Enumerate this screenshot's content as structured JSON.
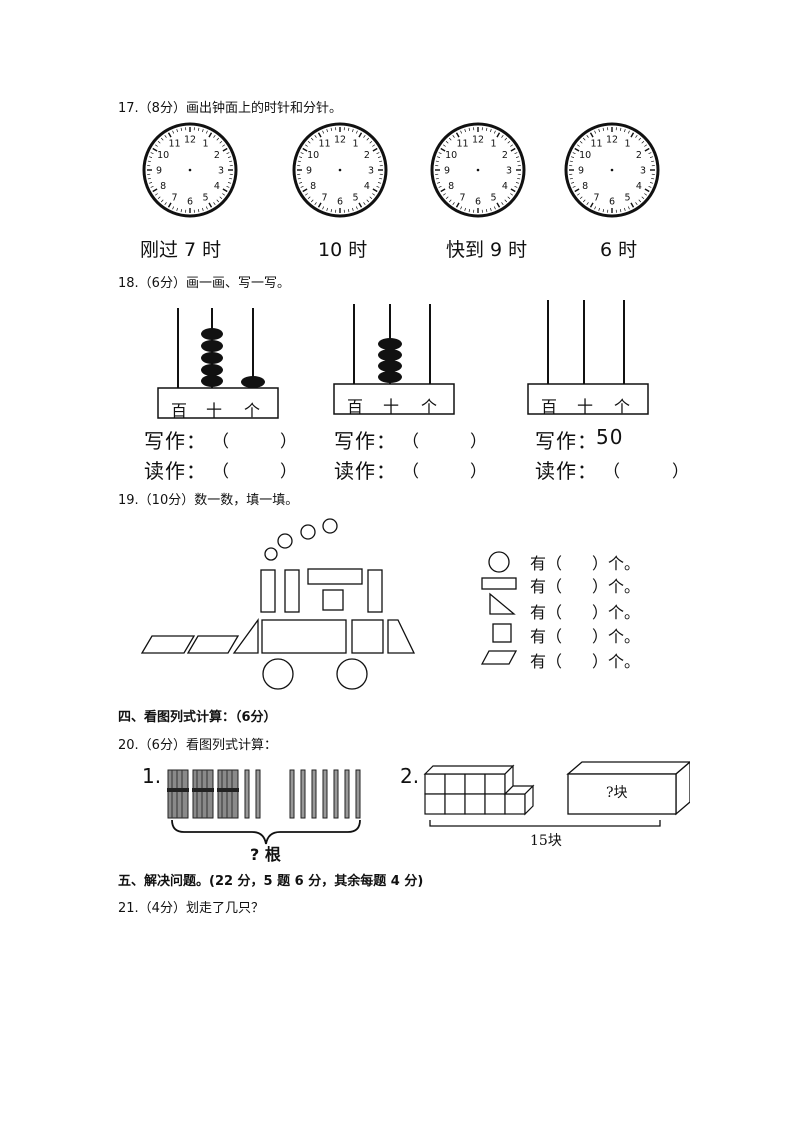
{
  "q17": {
    "title": "17.（8分）画出钟面上的时针和分针。",
    "clock_numbers": [
      "12",
      "1",
      "2",
      "3",
      "4",
      "5",
      "6",
      "7",
      "8",
      "9",
      "10",
      "11"
    ],
    "captions": [
      "刚过 7 时",
      "10 时",
      "快到 9 时",
      "6 时"
    ]
  },
  "q18": {
    "title": "18.（6分）画一画、写一写。",
    "abacus_labels": [
      "百",
      "十",
      "个"
    ],
    "abacus_beads": [
      {
        "hundreds": 0,
        "tens": 5,
        "ones": 1
      },
      {
        "hundreds": 0,
        "tens": 4,
        "ones": 0
      },
      {
        "hundreds": 0,
        "tens": 0,
        "ones": 0
      }
    ],
    "write_label": "写作：",
    "read_label": "读作：",
    "open_paren": "（",
    "close_paren": "）",
    "given_written": "50"
  },
  "q19": {
    "title": "19.（10分）数一数，填一填。",
    "count_row_prefix": "有（",
    "count_row_suffix": "）个。"
  },
  "section4": {
    "heading": "四、看图列式计算：（6分）"
  },
  "q20": {
    "title": "20.（6分）看图列式计算：",
    "part1_label": "1.",
    "part1_question": "? 根",
    "part2_label": "2.",
    "box_label": "?块",
    "total_label": "15块"
  },
  "section5": {
    "heading": "五、解决问题。(22 分，5 题 6 分，其余每题 4 分)"
  },
  "q21": {
    "title": "21.（4分）划走了几只？"
  },
  "colors": {
    "ink": "#111111",
    "paper": "#ffffff"
  }
}
